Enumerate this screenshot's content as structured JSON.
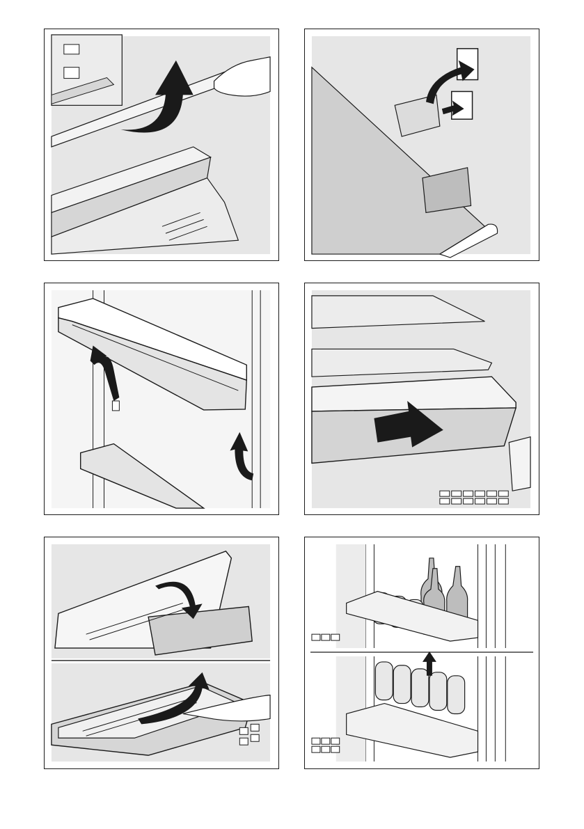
{
  "document": {
    "type": "instruction-illustrations",
    "panels": [
      {
        "id": "p1",
        "icon": "remove-shelf-lift-arrow"
      },
      {
        "id": "p2",
        "icon": "glass-shelf-bracket"
      },
      {
        "id": "p3",
        "icon": "door-bin-lift-arrows"
      },
      {
        "id": "p4",
        "icon": "pull-out-drawer-arrow"
      },
      {
        "id": "p5",
        "icon": "drawer-cover-lift"
      },
      {
        "id": "p6",
        "icon": "door-rack-bottles"
      }
    ]
  },
  "colors": {
    "background": "#ffffff",
    "panel_fill": "#e6e6e6",
    "line": "#1a1a1a",
    "arrow": "#1a1a1a"
  }
}
